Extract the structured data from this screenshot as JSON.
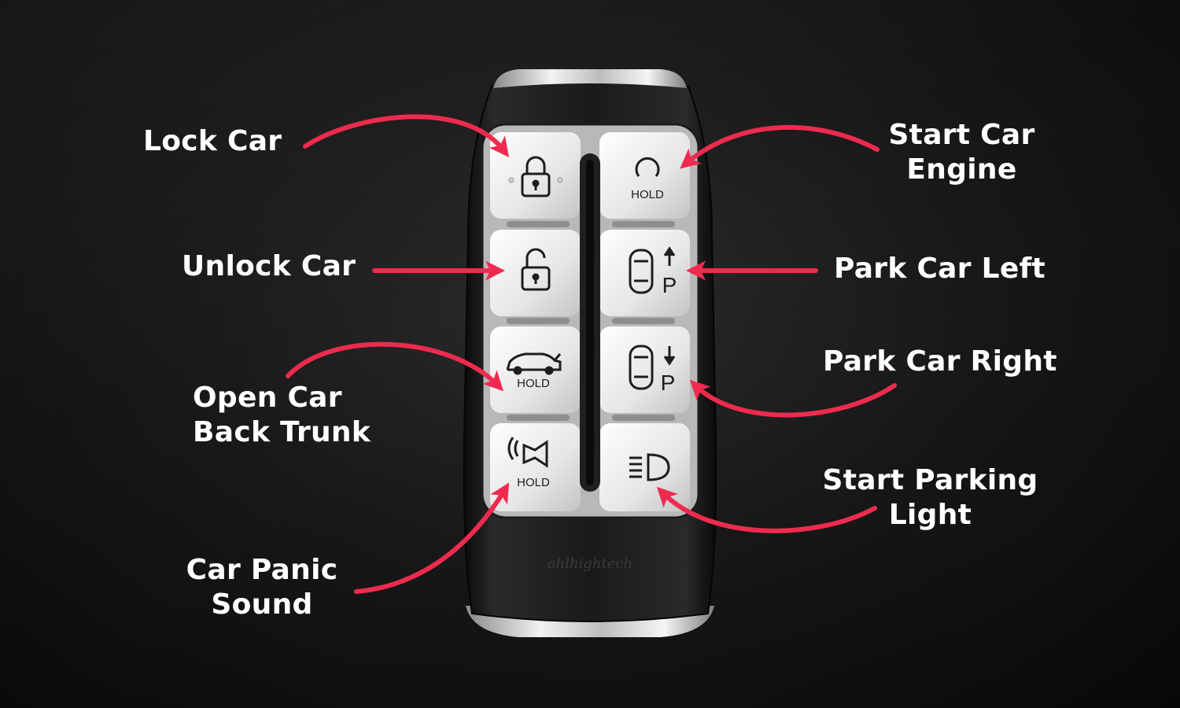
{
  "fob": {
    "buttons": [
      {
        "id": "lock",
        "icon": "padlock-closed-icon"
      },
      {
        "id": "start",
        "icon": "engine-start-icon",
        "caption": "HOLD"
      },
      {
        "id": "unlock",
        "icon": "padlock-open-icon"
      },
      {
        "id": "park-left",
        "icon": "car-park-forward-icon",
        "p_label": "P"
      },
      {
        "id": "trunk",
        "icon": "car-trunk-icon",
        "caption": "HOLD"
      },
      {
        "id": "park-right",
        "icon": "car-park-reverse-icon",
        "p_label": "P"
      },
      {
        "id": "panic",
        "icon": "horn-icon",
        "caption": "HOLD"
      },
      {
        "id": "light",
        "icon": "headlight-icon"
      }
    ],
    "engraving": "ahlhightech"
  },
  "labels": {
    "lock_car": "Lock Car",
    "start_engine": [
      "Start Car",
      "Engine"
    ],
    "unlock_car": "Unlock Car",
    "park_left": "Park Car Left",
    "open_trunk": [
      "Open Car",
      "Back Trunk"
    ],
    "park_right": "Park Car Right",
    "parking_light": [
      "Start Parking",
      "Light"
    ],
    "panic_sound": [
      "Car Panic",
      "Sound"
    ]
  },
  "colors": {
    "arrow": "#ee2b4f",
    "text": "#ffffff",
    "background": "#141414"
  }
}
